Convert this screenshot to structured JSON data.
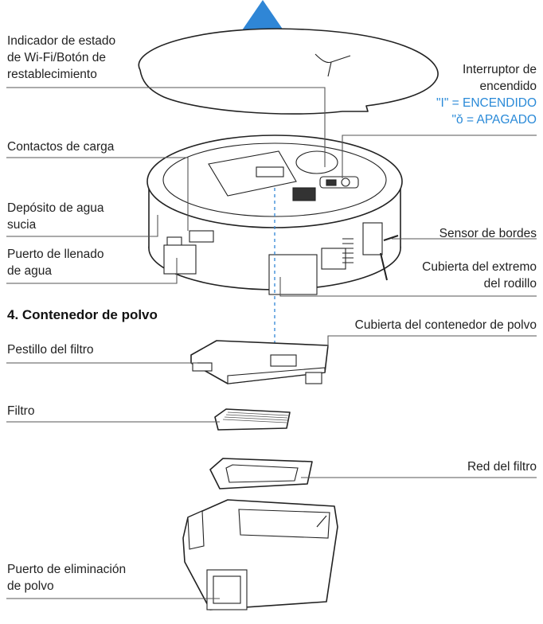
{
  "labels": {
    "wifi_indicator": [
      "Indicador de estado",
      "de Wi-Fi/Botón de",
      "restablecimiento"
    ],
    "power_switch": [
      "Interruptor de",
      "encendido"
    ],
    "power_on": "\"I\" = ENCENDIDO",
    "power_off": "\"ǒ = APAGADO",
    "charging_contacts": "Contactos de carga",
    "dirty_water_tank": [
      "Depósito de agua",
      "sucia"
    ],
    "edge_sensor": "Sensor de bordes",
    "water_fill_port": [
      "Puerto de llenado",
      "de agua"
    ],
    "roller_end_cover": [
      "Cubierta del extremo",
      "del rodillo"
    ],
    "section_heading": "4. Contenedor de polvo",
    "dust_bin_cover": "Cubierta del contenedor de polvo",
    "filter_latch": "Pestillo del filtro",
    "filter": "Filtro",
    "filter_net": "Red del filtro",
    "dust_removal_port": [
      "Puerto de eliminación",
      "de polvo"
    ]
  },
  "colors": {
    "arrow": "#2f86d6",
    "accent_text": "#2a8ad8",
    "line": "#555555"
  }
}
